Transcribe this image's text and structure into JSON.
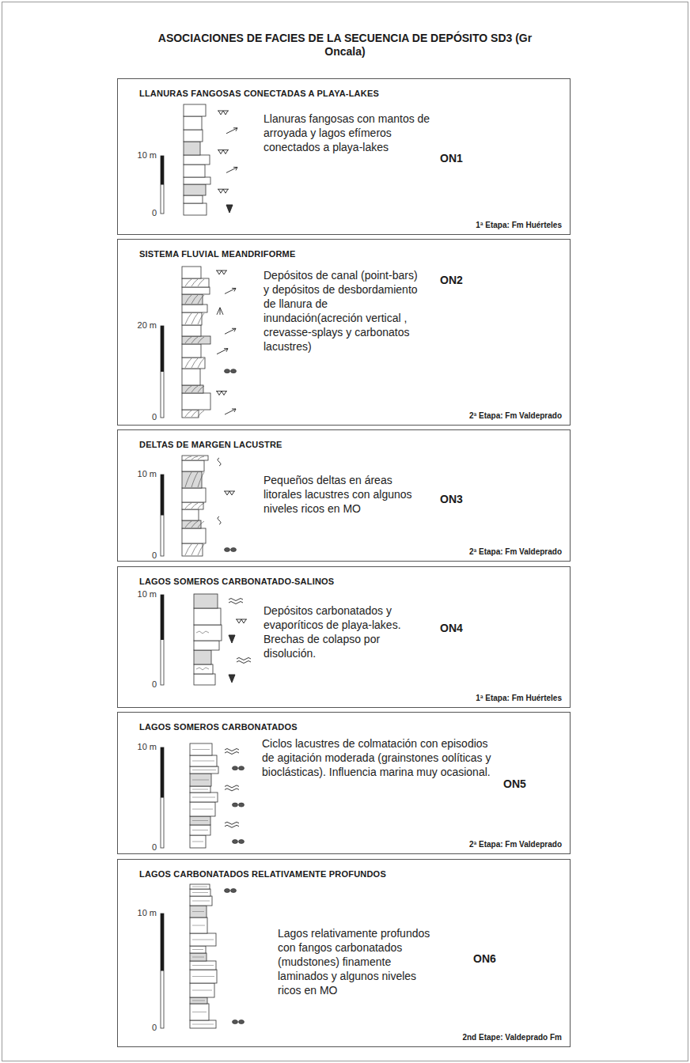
{
  "diagram": {
    "title": "ASOCIACIONES DE FACIES DE LA SECUENCIA DE DEPÓSITO SD3 (Gr Oncala)",
    "nodes": [
      {
        "text": [
          "LLANURAS FANGOSAS CONECTADAS A PLAYA-LAKES",
          "Llanuras fangosas con mantos de arroyada y lagos efímeros conectados a playa-lakes",
          "ON1",
          "1ª Etapa: Fm Huérteles"
        ]
      },
      {
        "text": [
          "SISTEMA FLUVIAL MEANDRIFORME",
          "Depósitos de canal (point-bars) y depósitos de desbordamiento de llanura de inundación(acreción vertical , crevasse-splays y carbonatos lacustres)",
          "ON2",
          "2ª Etapa: Fm Valdeprado"
        ]
      },
      {
        "text": [
          "DELTAS DE MARGEN LACUSTRE",
          "Pequeños deltas en áreas litorales lacustres con algunos niveles ricos en MO",
          "ON3",
          "2ª Etapa: Fm Valdeprado"
        ]
      },
      {
        "text": [
          "LAGOS SOMEROS CARBONATADO-SALINOS",
          "Depósitos carbonatados y evaporíticos de playa-lakes. Brechas de colapso por disolución.",
          "ON4",
          "1ª Etapa: Fm Huérteles"
        ]
      },
      {
        "text": [
          "LAGOS SOMEROS CARBONATADOS",
          "Ciclos lacustres de colmatación con episodios de agitación moderada (grainstones oolíticas y bioclásticas). Influencia marina muy ocasional.",
          "ON5",
          "2ª Etapa: Fm Valdeprado"
        ]
      },
      {
        "text": [
          "LAGOS CARBONATADOS RELATIVAMENTE PROFUNDOS",
          "Lagos relativamente profundos con fangos carbonatados (mudstones) finamente laminados y algunos niveles ricos en MO",
          "ON6",
          "2nd Etape: Valdeprado Fm"
        ]
      }
    ],
    "labels": [
      "10 m",
      "0",
      "20 m",
      "0",
      "10 m",
      "0",
      "10 m",
      "0",
      "10 m",
      "0",
      "10 m",
      "0"
    ]
  }
}
